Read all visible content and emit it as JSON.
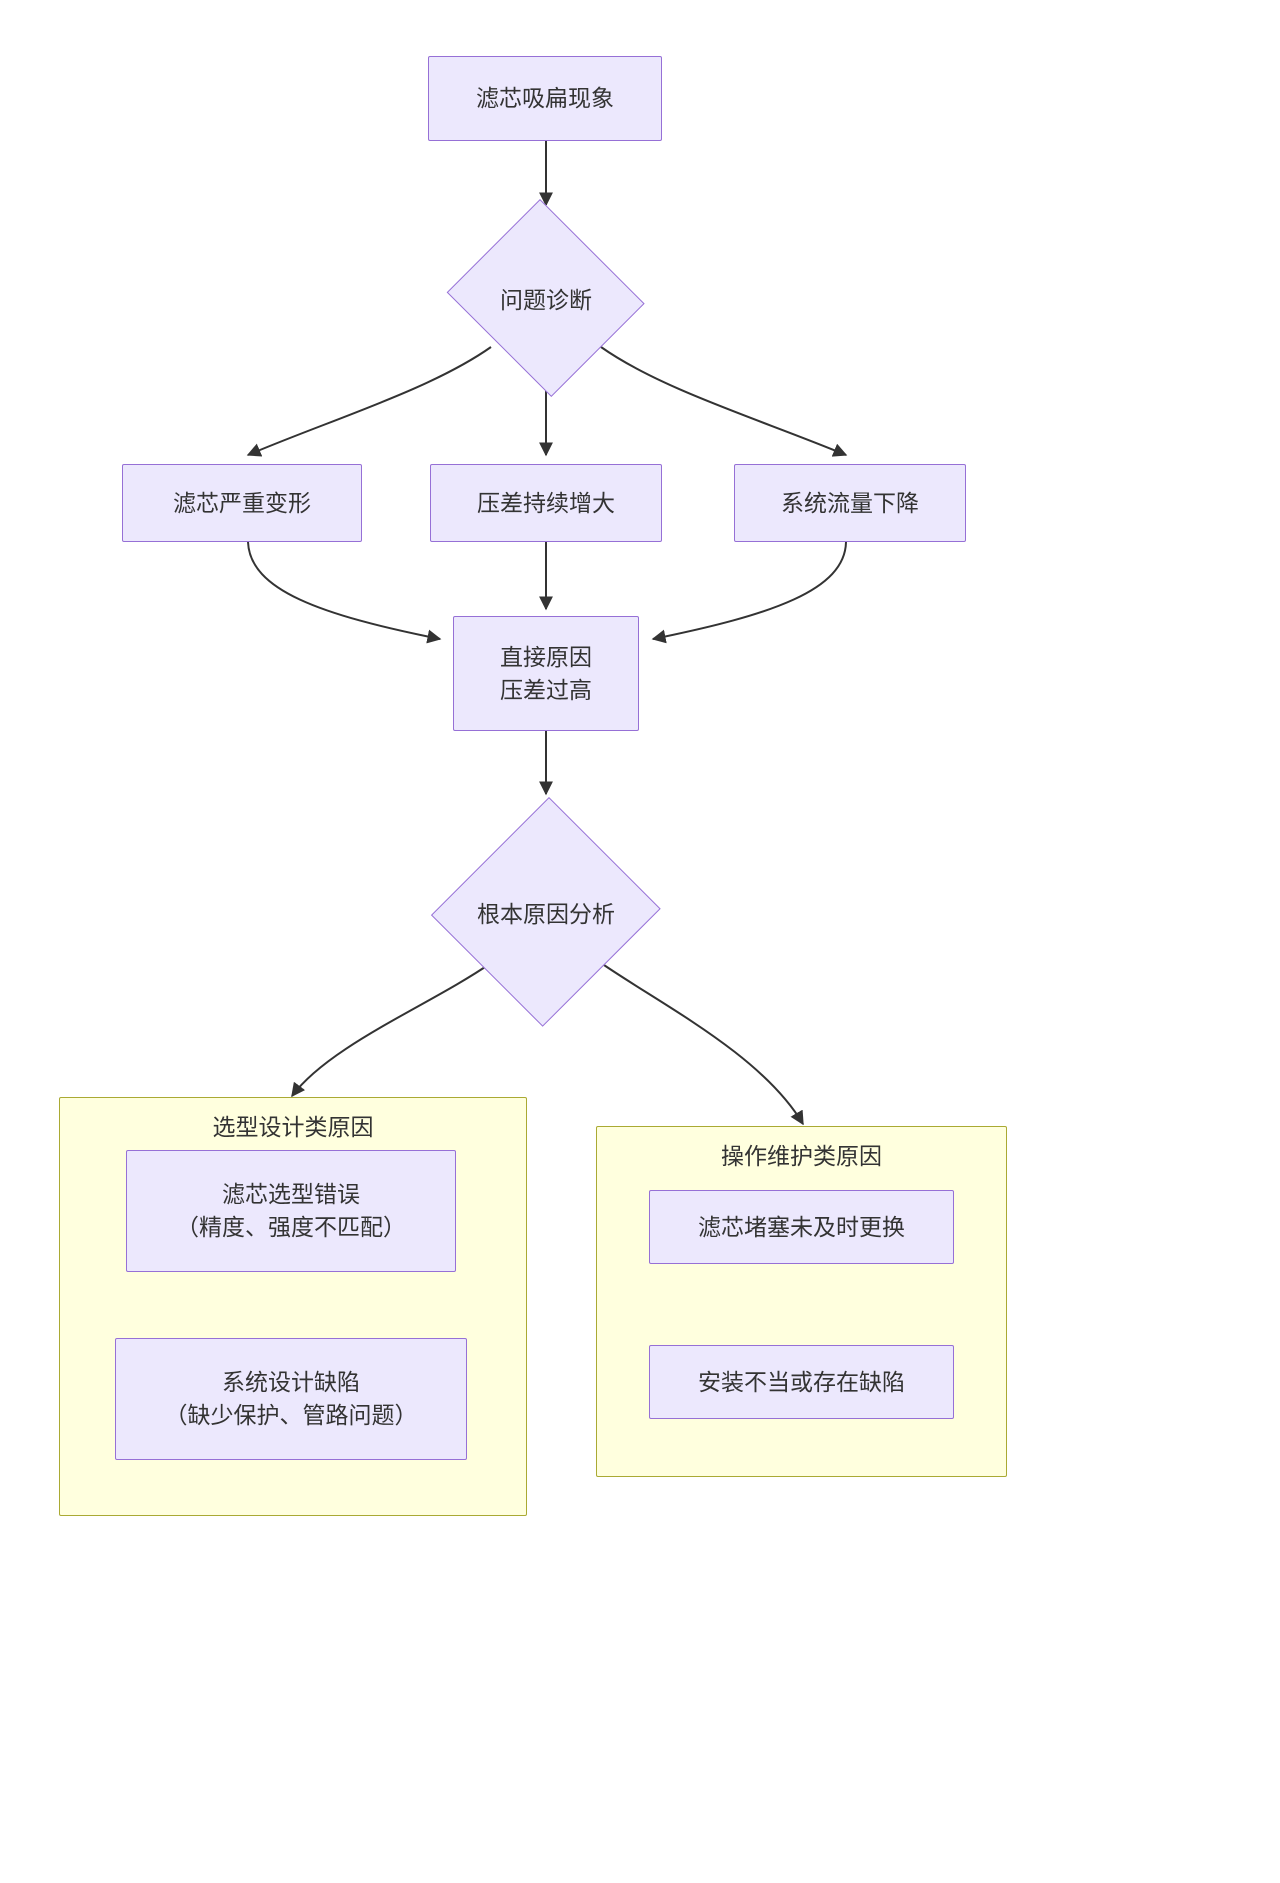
{
  "diagram": {
    "type": "flowchart",
    "direction": "top-down",
    "title_visible": false,
    "colors": {
      "node_fill": "#ECE8FD",
      "node_stroke": "#9670D6",
      "cluster_fill": "#FFFFDE",
      "cluster_stroke": "#AAAA33",
      "edge_stroke": "#333333",
      "text": "#333333",
      "background": "#FFFFFF"
    },
    "nodes": [
      {
        "id": "n_phenomenon",
        "shape": "rect",
        "label": "滤芯吸扁现象"
      },
      {
        "id": "n_diagnose",
        "shape": "diamond",
        "label": "问题诊断"
      },
      {
        "id": "n_deform",
        "shape": "rect",
        "label": "滤芯严重变形"
      },
      {
        "id": "n_dp_rise",
        "shape": "rect",
        "label": "压差持续增大"
      },
      {
        "id": "n_flow_drop",
        "shape": "rect",
        "label": "系统流量下降"
      },
      {
        "id": "n_direct",
        "shape": "rect",
        "label": "直接原因\n压差过高"
      },
      {
        "id": "n_rootcause",
        "shape": "diamond",
        "label": "根本原因分析"
      },
      {
        "id": "n_wrong_sel",
        "shape": "rect",
        "label": "滤芯选型错误\n（精度、强度不匹配）"
      },
      {
        "id": "n_sys_defect",
        "shape": "rect",
        "label": "系统设计缺陷\n（缺少保护、管路问题）"
      },
      {
        "id": "n_clog",
        "shape": "rect",
        "label": "滤芯堵塞未及时更换"
      },
      {
        "id": "n_install",
        "shape": "rect",
        "label": "安装不当或存在缺陷"
      }
    ],
    "clusters": [
      {
        "id": "c_design",
        "title": "选型设计类原因",
        "nodes": [
          "n_wrong_sel",
          "n_sys_defect"
        ]
      },
      {
        "id": "c_operation",
        "title": "操作维护类原因",
        "nodes": [
          "n_clog",
          "n_install"
        ]
      }
    ],
    "edges": [
      {
        "from": "n_phenomenon",
        "to": "n_diagnose",
        "label": ""
      },
      {
        "from": "n_diagnose",
        "to": "n_deform",
        "label": ""
      },
      {
        "from": "n_diagnose",
        "to": "n_dp_rise",
        "label": ""
      },
      {
        "from": "n_diagnose",
        "to": "n_flow_drop",
        "label": ""
      },
      {
        "from": "n_deform",
        "to": "n_direct",
        "label": ""
      },
      {
        "from": "n_dp_rise",
        "to": "n_direct",
        "label": ""
      },
      {
        "from": "n_flow_drop",
        "to": "n_direct",
        "label": ""
      },
      {
        "from": "n_direct",
        "to": "n_rootcause",
        "label": ""
      },
      {
        "from": "n_rootcause",
        "to": "c_design",
        "label": ""
      },
      {
        "from": "n_rootcause",
        "to": "c_operation",
        "label": ""
      }
    ]
  }
}
